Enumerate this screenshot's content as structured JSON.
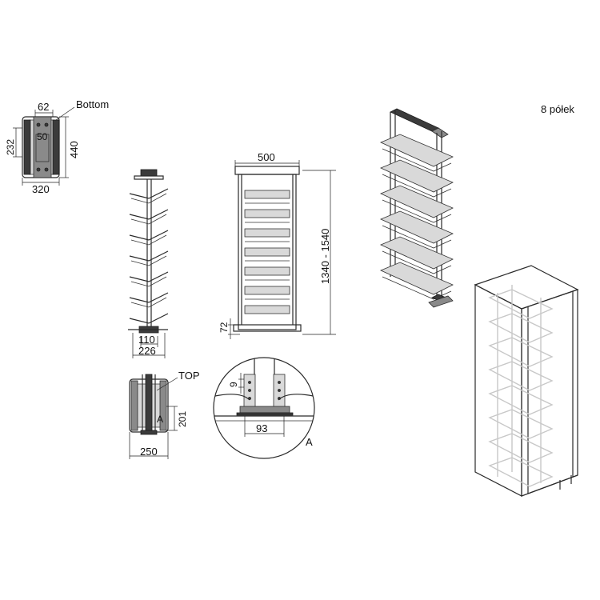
{
  "labels": {
    "shelf_count": "8 półek",
    "bottom": "Bottom",
    "top": "TOP",
    "detail_marker_a": "A",
    "detail_a": "A"
  },
  "dimensions": {
    "d62": "62",
    "d50": "50",
    "d232": "232",
    "d440": "440",
    "d320": "320",
    "d110": "110",
    "d226": "226",
    "d500": "500",
    "d1340_1540": "1340 - 1540",
    "d72": "72",
    "d201": "201",
    "d250": "250",
    "d9": "9",
    "d93": "93"
  },
  "colors": {
    "line": "#2a2a2a",
    "dark_part": "#3b3b3b",
    "light_part": "#d9d9d9",
    "ghost": "#c8c8c8"
  }
}
